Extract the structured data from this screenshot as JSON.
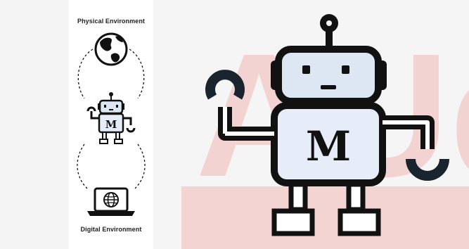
{
  "panel": {
    "top_label": "Physical Environment",
    "bottom_label": "Digital Environment"
  },
  "robot": {
    "chest_letter": "M"
  },
  "icons": [
    "globe-icon",
    "robot-icon",
    "laptop-globe-icon"
  ],
  "watermark_text": "AUda",
  "colors": {
    "outline": "#111111",
    "robot_fill": "#dde6f3",
    "chest_fill": "#e6edf8",
    "letter": "#8b1a1a",
    "watermark": "#f3cccc"
  }
}
